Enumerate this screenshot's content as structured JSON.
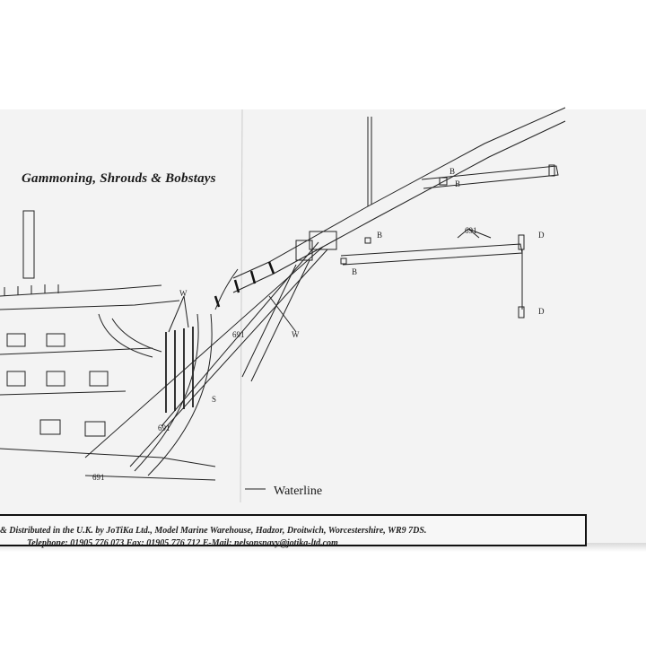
{
  "document": {
    "title": "Gammoning, Shrouds & Bobstays",
    "waterline_label": "Waterline",
    "labels": {
      "b1": "B",
      "b2": "B",
      "b3": "B",
      "b4": "B",
      "d1": "D",
      "d2": "D",
      "n691_a": "691",
      "n691_b": "691",
      "n691_c": "691",
      "n691_d": "691",
      "w1": "W",
      "w2": "W",
      "s": "S"
    },
    "footer": {
      "line1": "& Distributed in the U.K. by JoTiKa Ltd., Model Marine Warehouse, Hadzor, Droitwich, Worcestershire, WR9 7DS.",
      "line2": "Telephone: 01905 776 073    Fax: 01905 776 712    E-Mail: nelsonsnavy@jotika-ltd.com"
    }
  }
}
